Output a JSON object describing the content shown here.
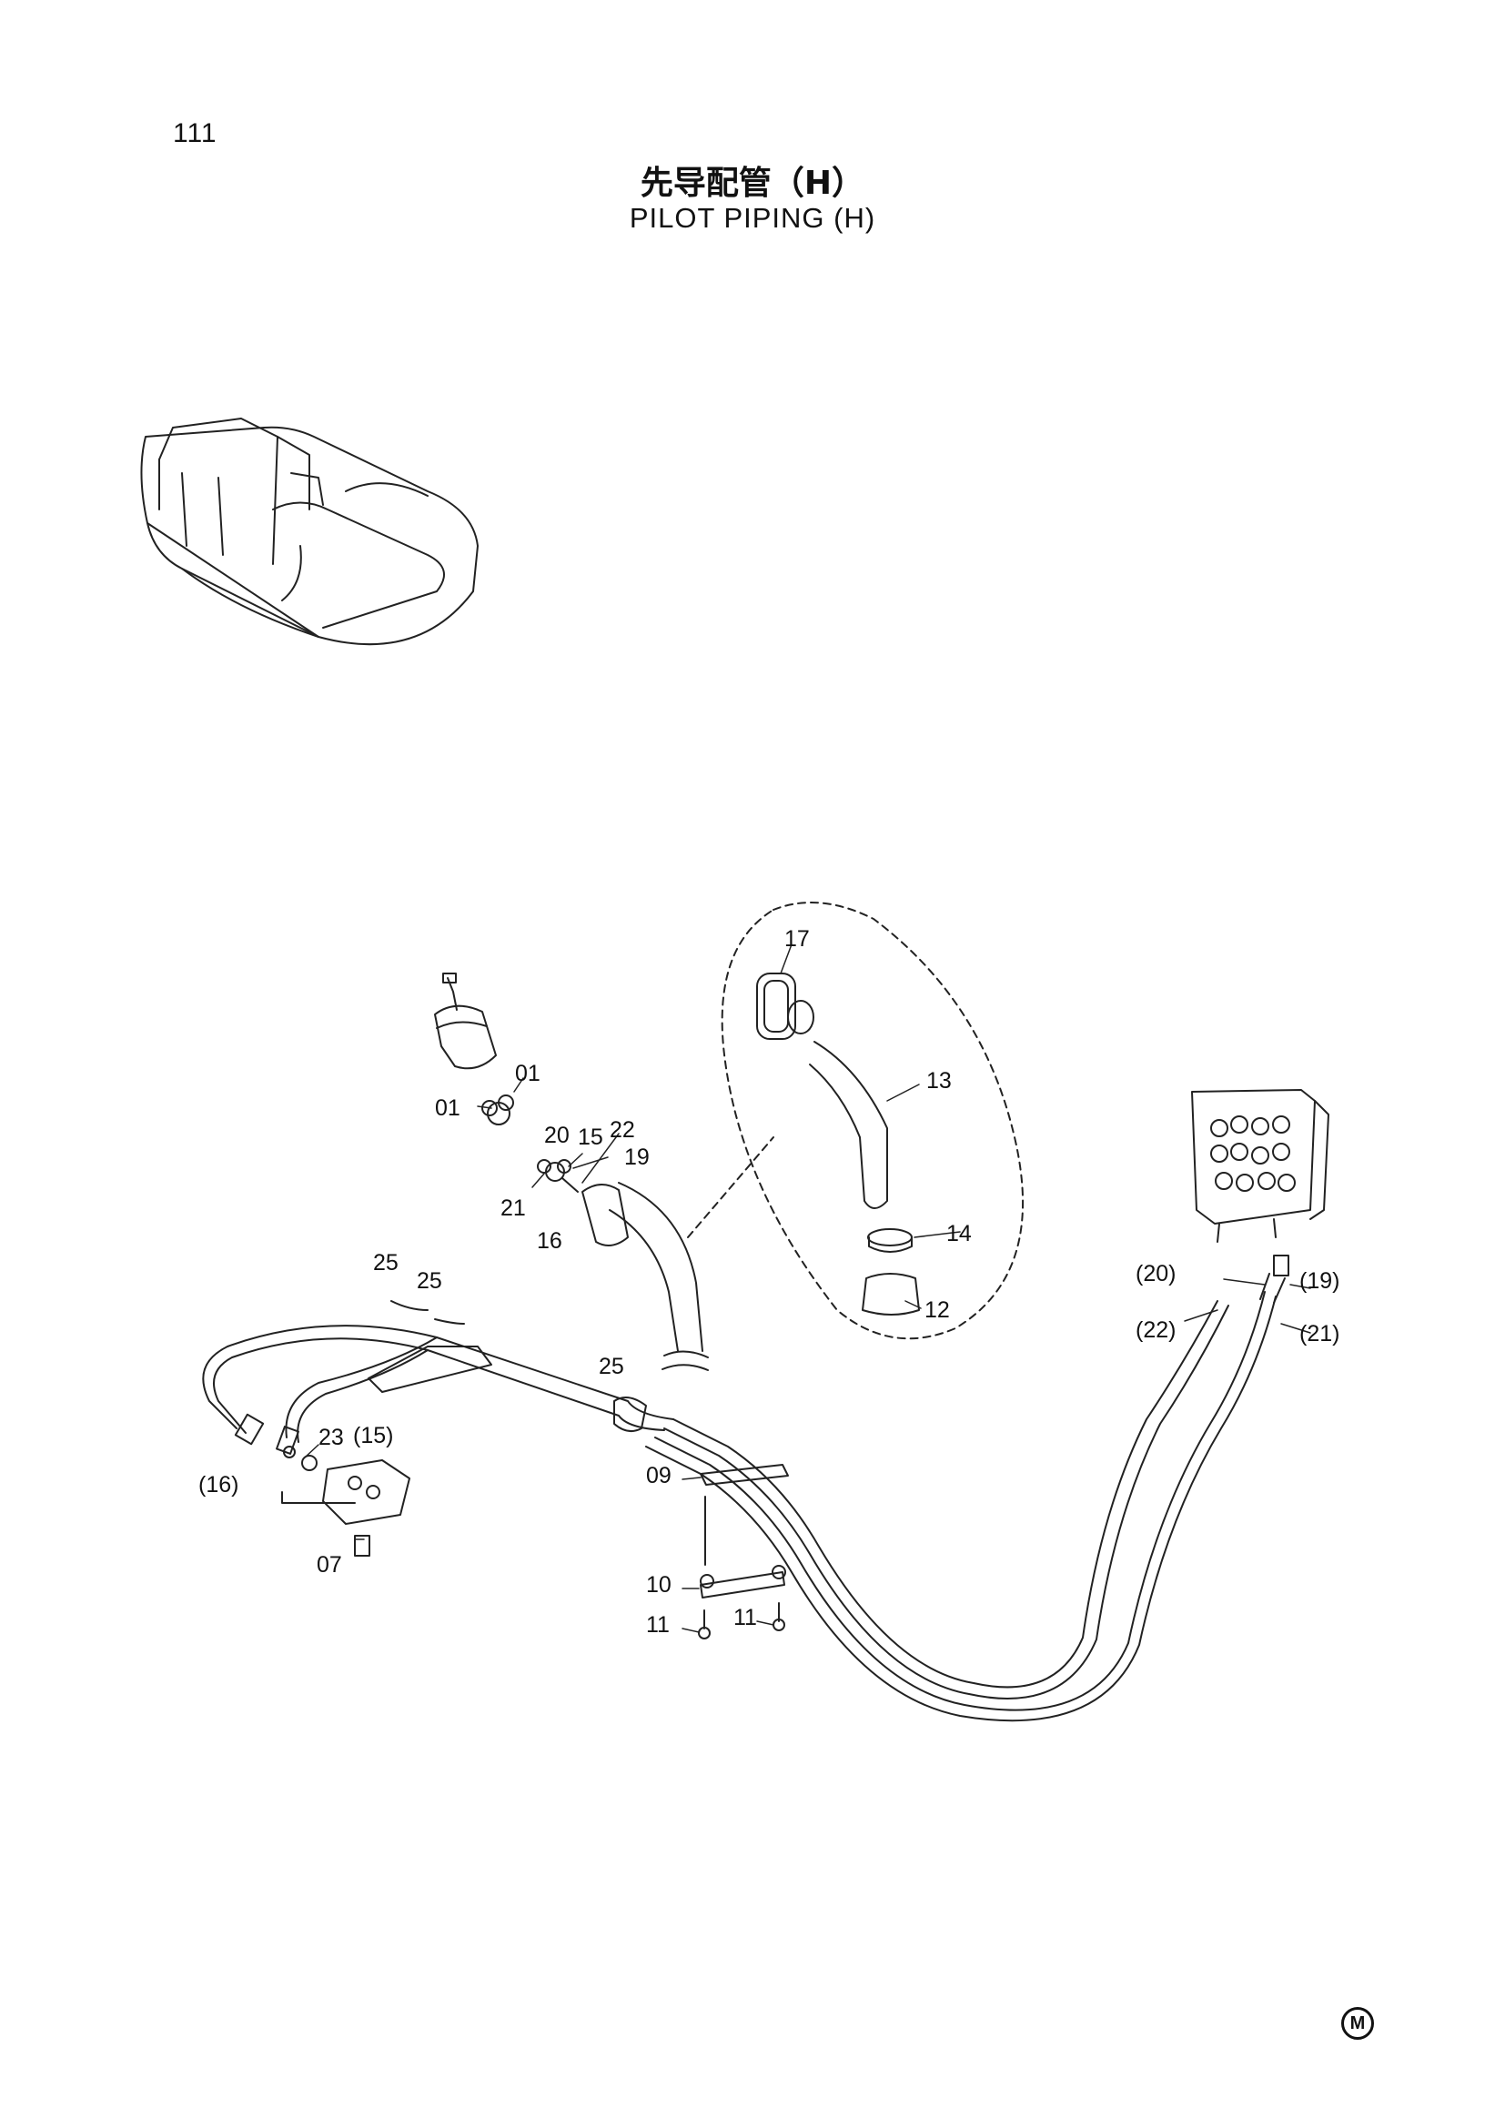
{
  "page": {
    "number": "111",
    "title_cn": "先导配管（H）",
    "title_en": "PILOT PIPING (H)"
  },
  "callouts": {
    "c01a": "01",
    "c01b": "01",
    "c20": "20",
    "c15": "15",
    "c22": "22",
    "c19": "19",
    "c21": "21",
    "c16": "16",
    "c17": "17",
    "c13": "13",
    "c14": "14",
    "c12": "12",
    "c25a": "25",
    "c25b": "25",
    "c25c": "25",
    "c23": "23",
    "p15": "(15)",
    "p16": "(16)",
    "c07": "07",
    "c09": "09",
    "c10": "10",
    "c11a": "11",
    "c11b": "11",
    "p20": "(20)",
    "p19": "(19)",
    "p22": "(22)",
    "p21": "(21)"
  },
  "footer": {
    "mark": "M"
  }
}
